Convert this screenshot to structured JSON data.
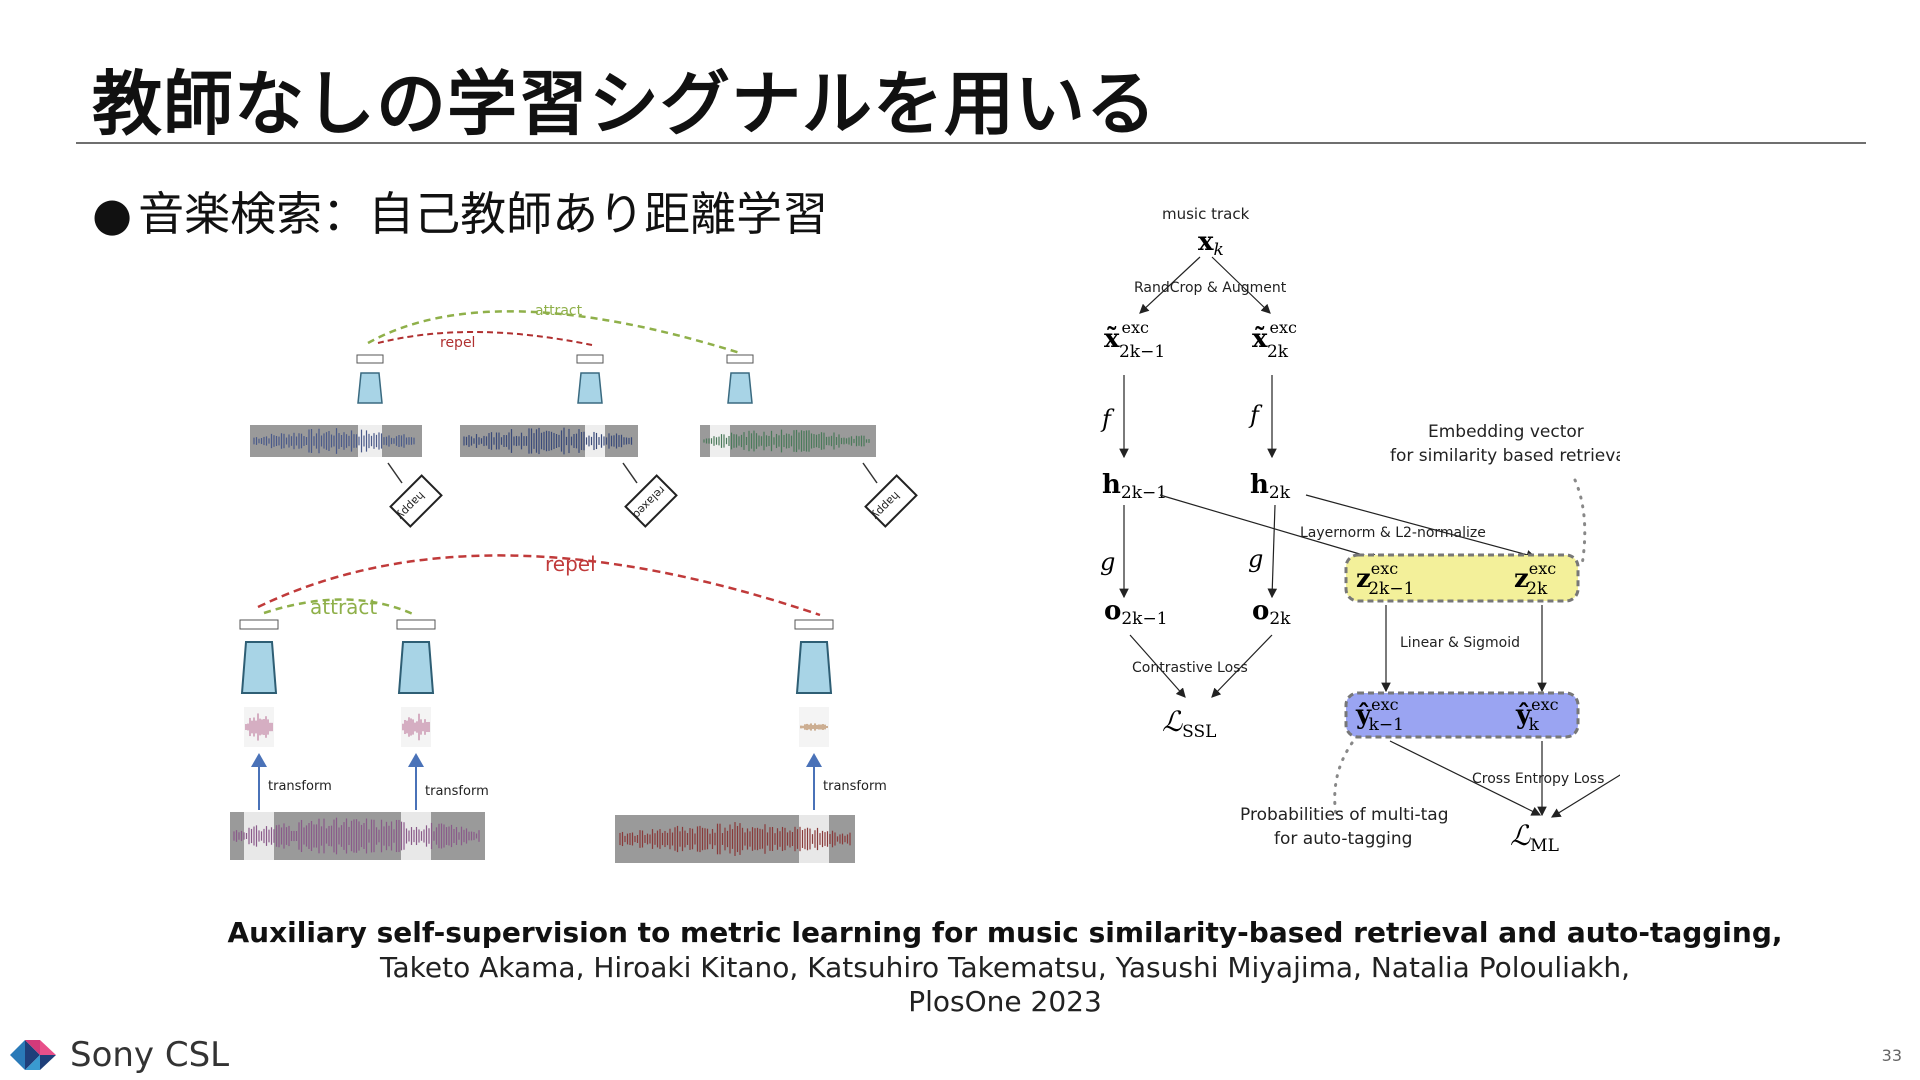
{
  "slide": {
    "title": "教師なしの学習シグナルを用いる",
    "bullet_mark": "●",
    "bullet": "音楽検索：自己教師あり距離学習",
    "page_number": "33"
  },
  "left_figure": {
    "top": {
      "attract": "attract",
      "repel": "repel",
      "tags": [
        "happy",
        "relaxed",
        "happy"
      ]
    },
    "bottom": {
      "repel": "repel",
      "attract": "attract",
      "transform": "transform"
    }
  },
  "right_figure": {
    "music_track": "music track",
    "multi_tag": "multi-tag",
    "randcrop": "RandCrop & Augment",
    "embedding_line1": "Embedding vector",
    "embedding_line2": "for similarity based retrieval",
    "layernorm": "Layernorm & L2-normalize",
    "linear": "Linear & Sigmoid",
    "contrastive": "Contrastive Loss",
    "cross_entropy": "Cross Entropy Loss",
    "prob_line1": "Probabilities of multi-tag",
    "prob_line2": "for auto-tagging",
    "colors": {
      "z_box": "#f3f09a",
      "y_box": "#9aa4f2",
      "box_border": "#777777"
    }
  },
  "citation": {
    "title": "Auxiliary self-supervision to metric learning for music similarity-based retrieval and auto-tagging,",
    "authors": "Taketo Akama, Hiroaki Kitano, Katsuhiro Takematsu, Yasushi Miyajima, Natalia Polouliakh,",
    "venue": "PlosOne 2023"
  },
  "logo": {
    "text": "Sony CSL",
    "icon": "sony-csl-logo-icon"
  }
}
